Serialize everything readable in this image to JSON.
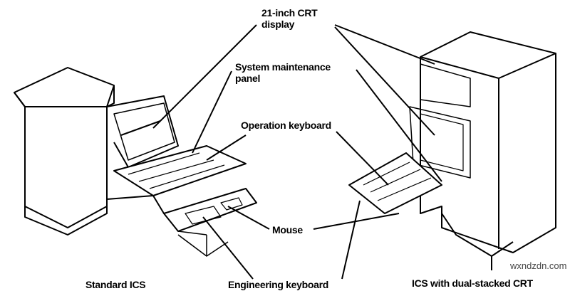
{
  "labels": {
    "crt_display": "21-inch CRT\ndisplay",
    "maintenance_panel": "System maintenance\npanel",
    "operation_keyboard": "Operation keyboard",
    "mouse": "Mouse",
    "engineering_keyboard": "Engineering keyboard",
    "standard_ics": "Standard ICS",
    "dual_ics": "ICS with dual-stacked CRT"
  },
  "watermark": "wxndzdn.com",
  "colors": {
    "line": "#000000",
    "background": "#ffffff"
  }
}
